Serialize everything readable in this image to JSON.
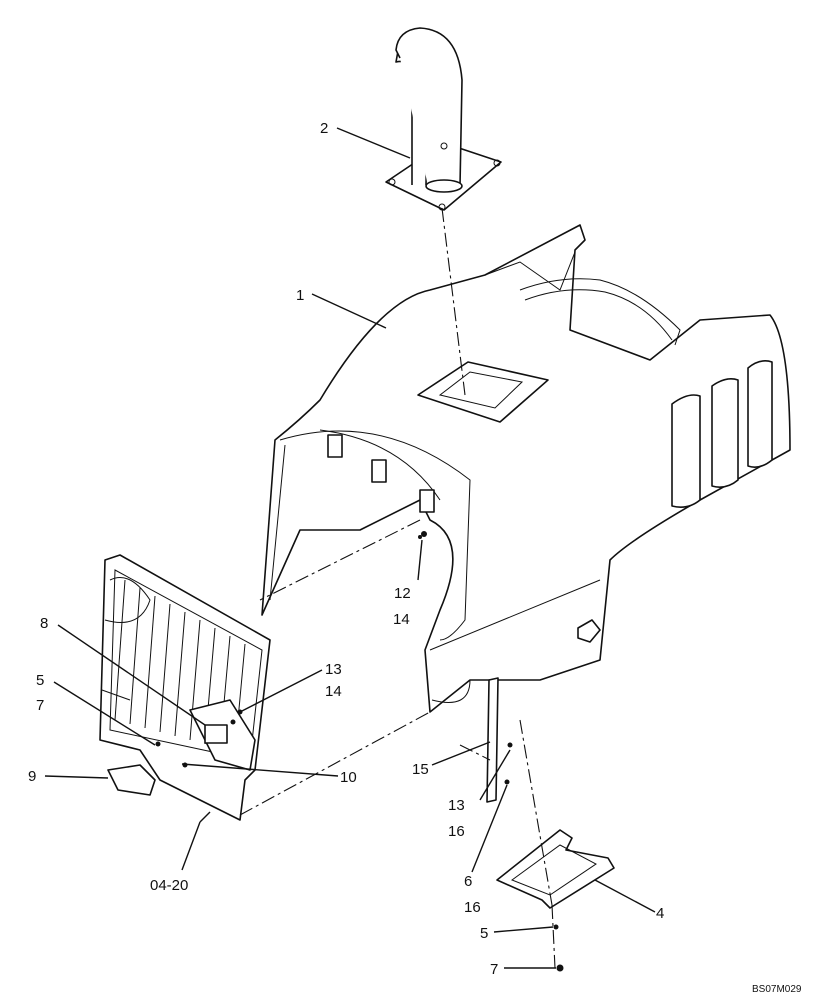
{
  "callouts": {
    "c1": "1",
    "c2": "2",
    "c4": "4",
    "c5a": "5",
    "c7a": "7",
    "c5b": "5",
    "c6": "6",
    "c7b": "7",
    "c8": "8",
    "c9": "9",
    "c10": "10",
    "c12": "12",
    "c13a": "13",
    "c13b": "13",
    "c14a": "14",
    "c14b": "14",
    "c15": "15",
    "c16a": "16",
    "c16b": "16",
    "ref": "04-20"
  },
  "drawing_code": "BS07M029"
}
